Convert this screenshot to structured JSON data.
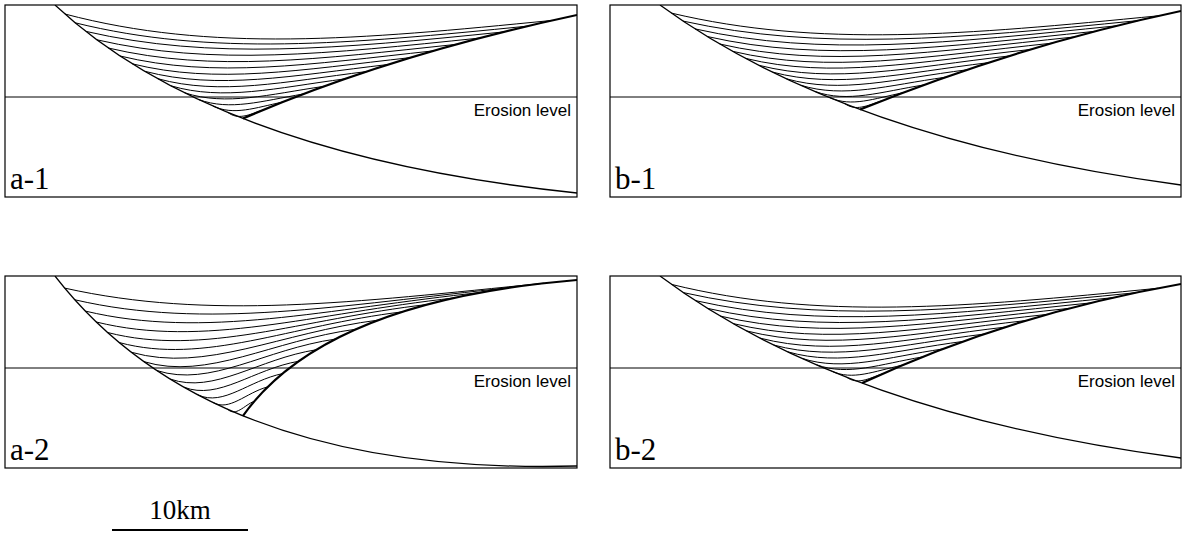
{
  "diagram": {
    "labels": [
      "Erosion level",
      "a-1",
      "Erosion level",
      "b-1",
      "Erosion level",
      "a-2",
      "Erosion level",
      "b-2",
      "10km"
    ]
  }
}
